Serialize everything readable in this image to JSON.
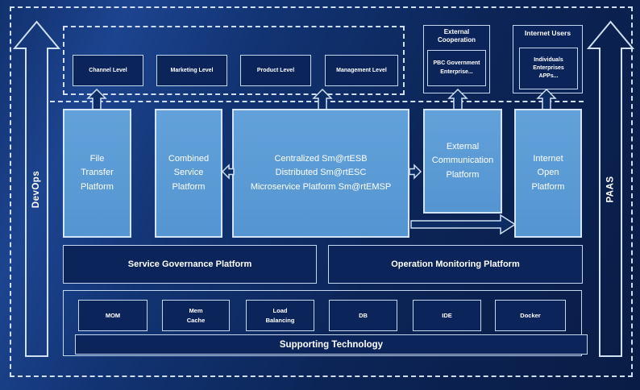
{
  "side_rails": {
    "devops": "DevOps",
    "paas": "PAAS"
  },
  "levels": {
    "items": [
      {
        "label": "Channel Level"
      },
      {
        "label": "Marketing Level"
      },
      {
        "label": "Product Level"
      },
      {
        "label": "Management Level"
      }
    ]
  },
  "external_cooperation": {
    "title": "External Cooperation",
    "members": "PBC Government Enterprise..."
  },
  "internet_users": {
    "title": "Internet Users",
    "members": "Individuals\nEnterprises\nAPPs..."
  },
  "platforms": {
    "file_transfer": "File Transfer Platform",
    "combined_service": "Combined Service Platform",
    "esb_stack": "Centralized Sm@rtESB\nDistributed Sm@rtESC\nMicroservice Platform Sm@rtEMSP",
    "external_communication": "External Communication Platform",
    "internet_open": "Internet Open Platform"
  },
  "governance": {
    "service_governance": "Service Governance Platform",
    "operation_monitoring": "Operation Monitoring Platform"
  },
  "supporting_technology": {
    "items": [
      {
        "label": "MOM"
      },
      {
        "label": "Mem\nCache"
      },
      {
        "label": "Load\nBalancing"
      },
      {
        "label": "DB"
      },
      {
        "label": "IDE"
      },
      {
        "label": "Docker"
      }
    ],
    "bar_label": "Supporting Technology"
  },
  "colors": {
    "accent_blue": "#5b9bd5",
    "background_navy": "#0b2459",
    "border_light": "#c3d7ee"
  }
}
